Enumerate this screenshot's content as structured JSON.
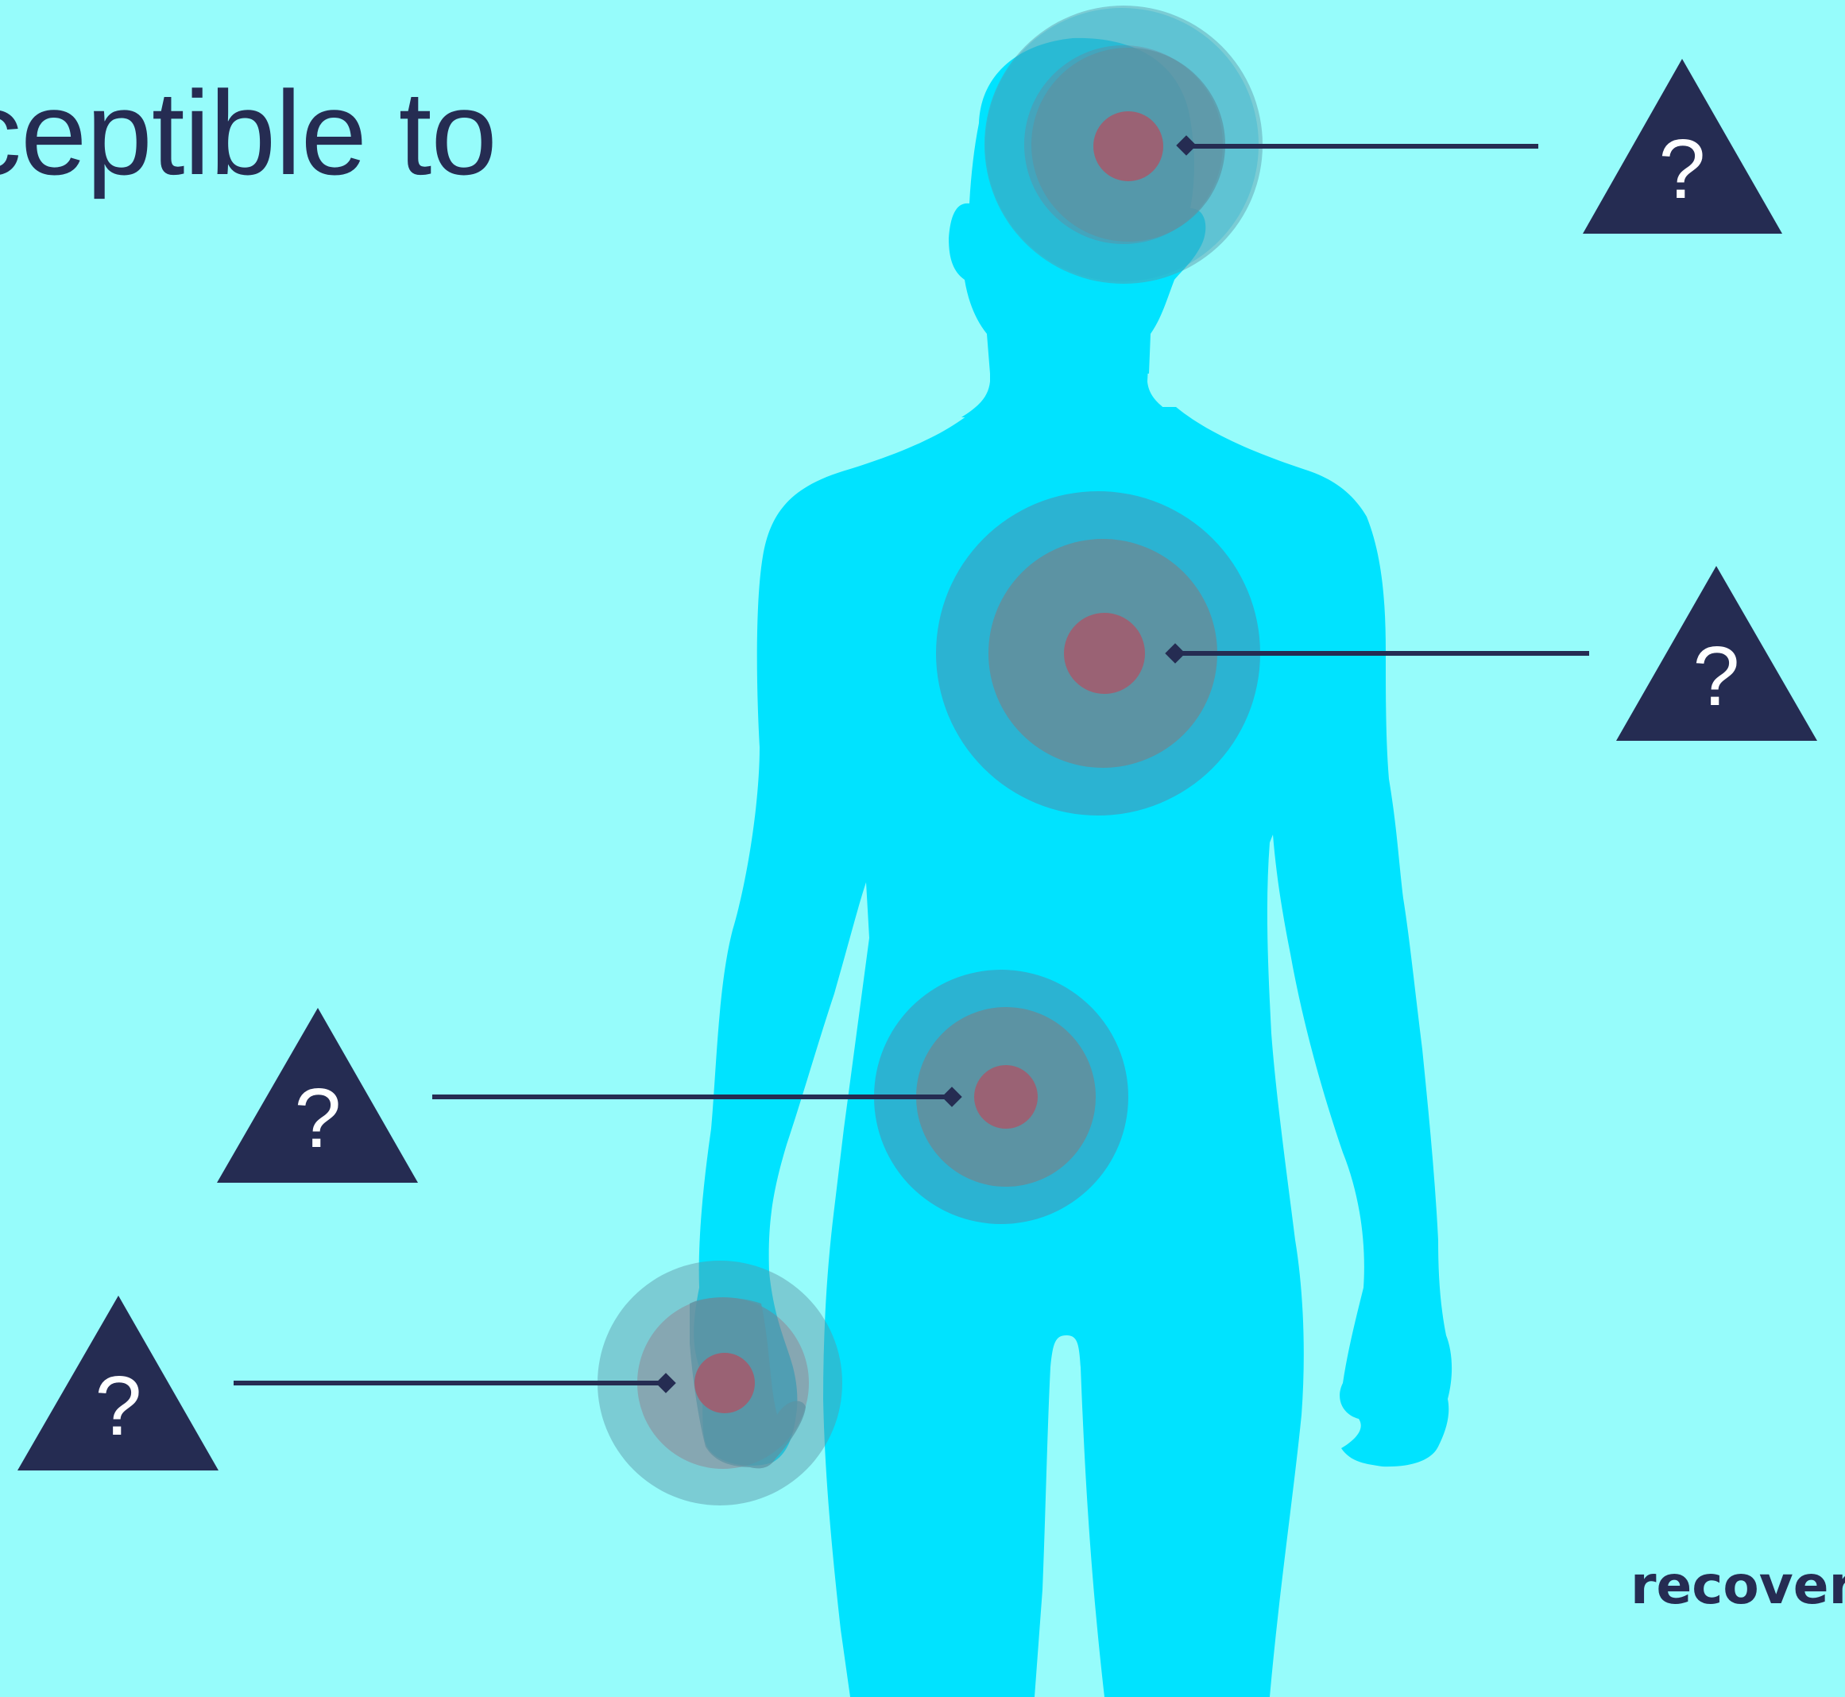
{
  "title": "ceptible to",
  "brand": "recover",
  "markers": [
    {
      "name": "head",
      "symbol": "?"
    },
    {
      "name": "chest",
      "symbol": "?"
    },
    {
      "name": "abdomen",
      "symbol": "?"
    },
    {
      "name": "hand",
      "symbol": "?"
    }
  ],
  "colors": {
    "background": "#96fcfb",
    "silhouette": "#00e3ff",
    "warning_triangle": "#252c52",
    "target_outer": "#2bb3d2",
    "target_middle": "#5c93a3",
    "target_center": "#9a6274",
    "text": "#252c52"
  },
  "icons": [
    "human-silhouette",
    "target-icon",
    "warning-triangle-icon",
    "question-mark"
  ]
}
